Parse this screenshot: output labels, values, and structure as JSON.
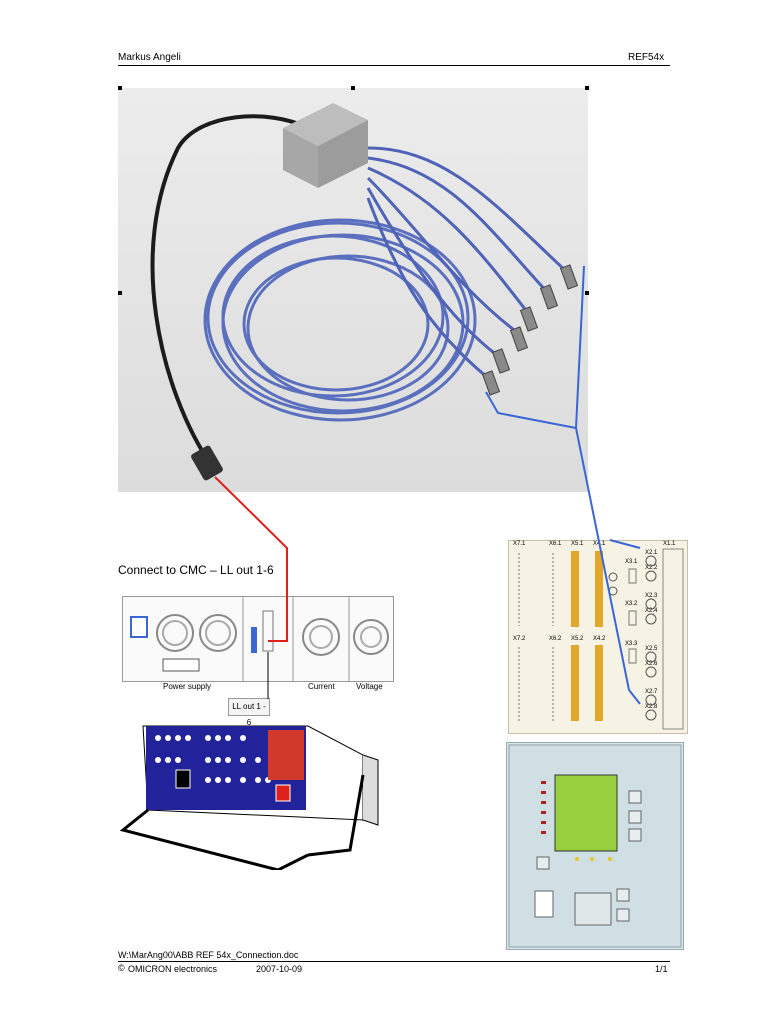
{
  "header": {
    "author": "Markus Angeli",
    "doc_code": "REF54x"
  },
  "connect_label": "Connect to CMC – LL out 1-6",
  "panel": {
    "power_supply": "Power supply",
    "current": "Current",
    "voltage": "Voltage",
    "ll_out": "LL out 1 - 6"
  },
  "terminal": {
    "blocks": [
      "X7.1",
      "X6.1",
      "X5.1",
      "X4.1",
      "X1.1",
      "X7.2",
      "X6.2",
      "X5.2",
      "X4.2"
    ],
    "ports": [
      "X2.1",
      "X2.2",
      "X2.3",
      "X2.4",
      "X2.5",
      "X2.6",
      "X2.7",
      "X2.8"
    ],
    "sub": [
      "X3.1",
      "X3.2",
      "X3.3"
    ]
  },
  "footer": {
    "path": "W:\\MarAng00\\ABB REF 54x_Connection.doc",
    "company": "OMICRON electronics",
    "date": "2007-10-09",
    "page": "1/1"
  },
  "colors": {
    "cable_blue": "#3a66d6",
    "red_wire": "#e0201a",
    "relay_face": "#d7e6ea",
    "lcd": "#98d040"
  }
}
